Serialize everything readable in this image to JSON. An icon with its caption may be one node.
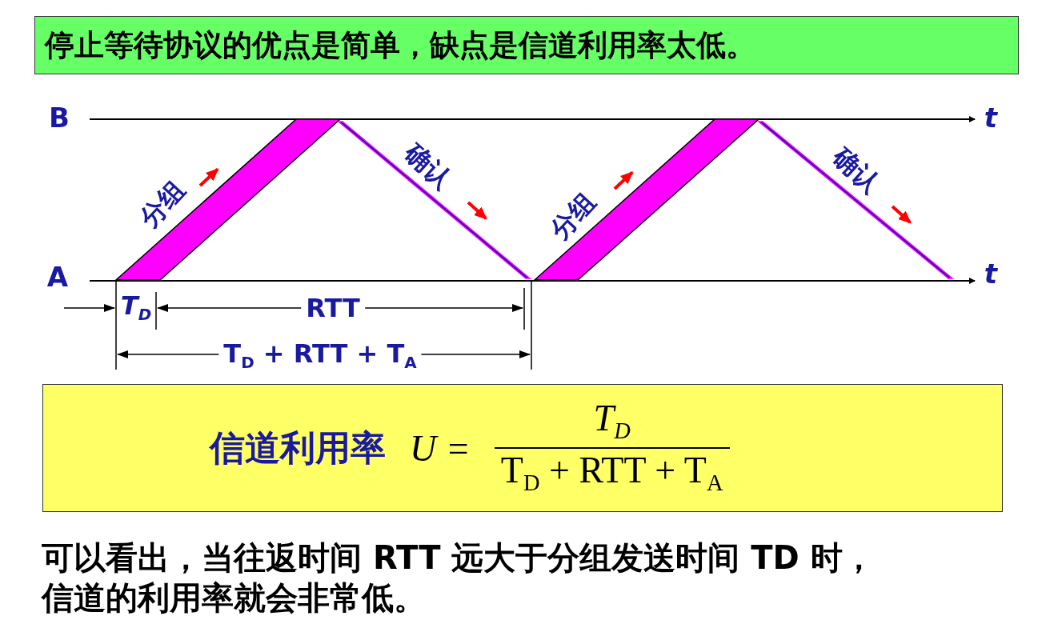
{
  "diagram": {
    "nodes": [
      {
        "text": [
          "停止等待协议的优点是简单，缺点是信道利用率太低。"
        ]
      },
      {
        "text": [
          "信道利用率",
          "U =",
          "T$_{D}$",
          "T$_{D}$ + RTT + T$_{A}$"
        ]
      }
    ],
    "labels": [
      "B",
      "t",
      "分组",
      "确认",
      "分组",
      "确认",
      "A",
      "t",
      "T$_{D}$",
      "RTT",
      "T$_{D}$ + RTT + T$_{A}$",
      "可以看出，当往返时间 RTT 远大于分组发送时间 TD 时，信道的利用率就会非常低。"
    ]
  }
}
